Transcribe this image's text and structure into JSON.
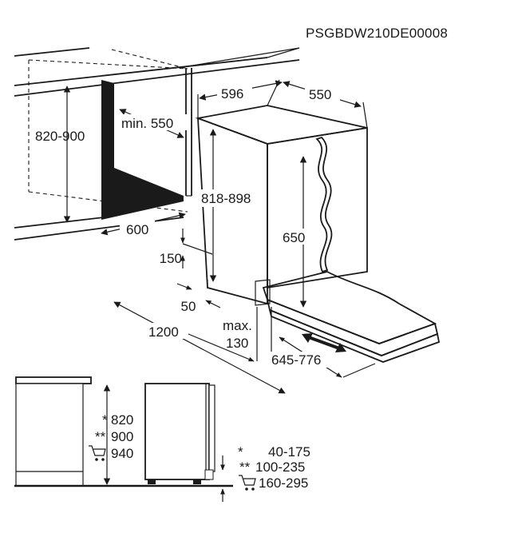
{
  "model_code": "PSGBDW210DE00008",
  "niche": {
    "height": "820-900",
    "depth_min": "min. 550",
    "width": "600",
    "gap_height": "150",
    "gap_depth": "50"
  },
  "appliance": {
    "width": "596",
    "depth": "550",
    "height": "818-898",
    "door_height": "650",
    "door_clearance": "1200",
    "plinth_max_label": "max.",
    "plinth_max_value": "130",
    "door_travel": "645-776"
  },
  "height_table": {
    "left": [
      {
        "mark": "*",
        "value": "820"
      },
      {
        "mark": "**",
        "value": "900"
      },
      {
        "mark": "cart-icon",
        "value": "940"
      }
    ],
    "right": [
      {
        "mark": "*",
        "value": "40-175"
      },
      {
        "mark": "**",
        "value": "100-235"
      },
      {
        "mark": "cart-icon",
        "value": "160-295"
      }
    ]
  }
}
